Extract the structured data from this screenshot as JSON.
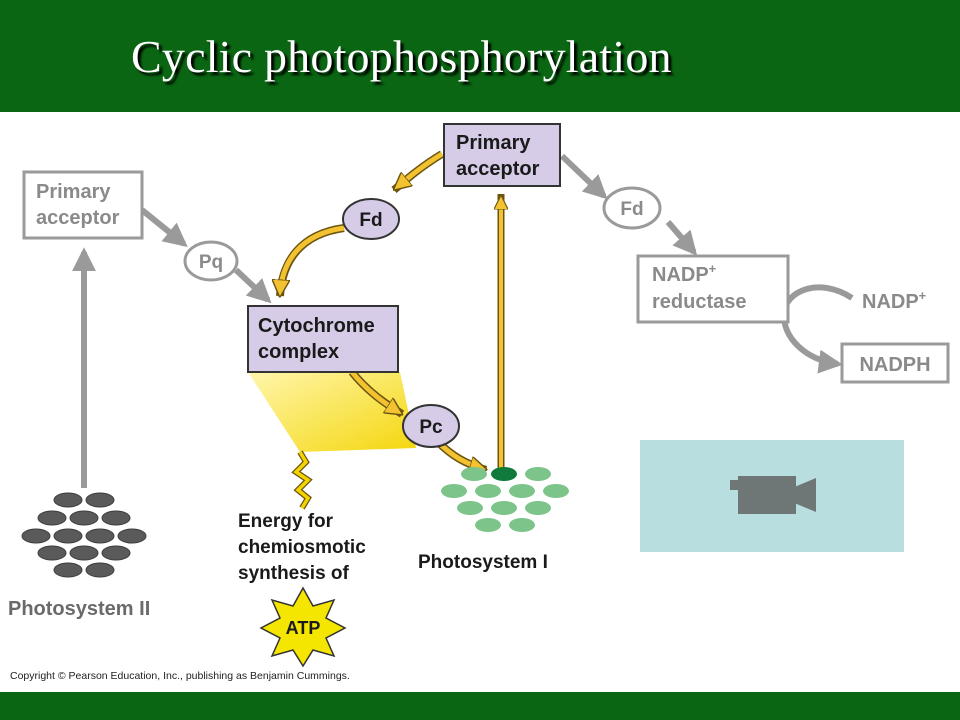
{
  "slide": {
    "title": "Cyclic photophosphorylation",
    "copyright": "Copyright © Pearson Education, Inc., publishing as Benjamin Cummings."
  },
  "colors": {
    "title_bar": "#0a6612",
    "active_box_fill": "#d6cce8",
    "active_arrow": "#f2c230",
    "inactive": "#9a9a9a",
    "ps1_disc": "#7cc48a",
    "ps2_disc": "#5a5a5a",
    "video_panel": "#b8dee0"
  },
  "diagram": {
    "ps2_primary_acceptor": {
      "line1": "Primary",
      "line2": "acceptor"
    },
    "pq": "Pq",
    "cytochrome_complex": {
      "line1": "Cytochrome",
      "line2": "complex"
    },
    "pc": "Pc",
    "ps1_primary_acceptor": {
      "line1": "Primary",
      "line2": "acceptor"
    },
    "fd_cyclic": "Fd",
    "fd_noncyclic": "Fd",
    "nadp_reductase": {
      "line1": "NADP",
      "line1_sup": "+",
      "line2": "reductase"
    },
    "nadp_plus": {
      "text": "NADP",
      "sup": "+"
    },
    "nadph": "NADPH",
    "energy_label": {
      "line1": "Energy for",
      "line2": "chemiosmotic",
      "line3": "synthesis of"
    },
    "atp": "ATP",
    "photosystem_1": "Photosystem I",
    "photosystem_2": "Photosystem II"
  },
  "media": {
    "icon": "video-camera-icon"
  }
}
